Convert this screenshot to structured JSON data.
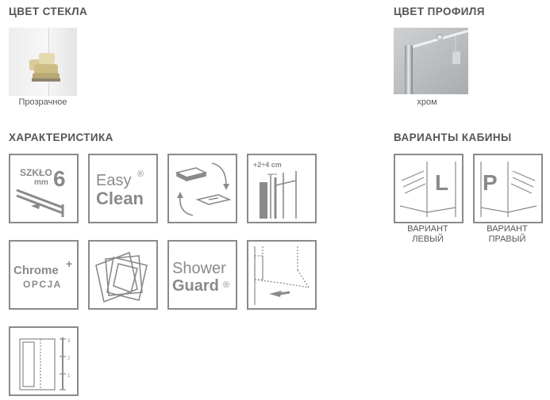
{
  "glass": {
    "heading": "ЦВЕТ СТЕКЛА",
    "option_label": "Прозрачное"
  },
  "profile": {
    "heading": "ЦВЕТ ПРОФИЛЯ",
    "option_label": "хром"
  },
  "features": {
    "heading": "ХАРАКТЕРИСТИКА",
    "glass_thickness": {
      "word": "SZKŁO",
      "unit": "mm",
      "value": "6"
    },
    "easy_clean": {
      "line1": "Easy",
      "line2": "Clean",
      "mark": "®"
    },
    "adjust": {
      "label": "+2÷4 cm"
    },
    "chrome_plus": {
      "line1": "Chrome",
      "plus": "+",
      "line2": "OPCJA"
    },
    "shower_guard": {
      "line1": "Shower",
      "line2": "Guard",
      "mark": "®"
    },
    "height_scale": {
      "ticks": [
        "3",
        "2",
        "1"
      ]
    }
  },
  "cabin": {
    "heading": "ВАРИАНТЫ КАБИНЫ",
    "left": {
      "letter": "L",
      "label_line1": "ВАРИАНТ",
      "label_line2": "ЛЕВЫЙ"
    },
    "right": {
      "letter": "P",
      "label_line1": "ВАРИАНТ",
      "label_line2": "ПРАВЫЙ"
    }
  }
}
